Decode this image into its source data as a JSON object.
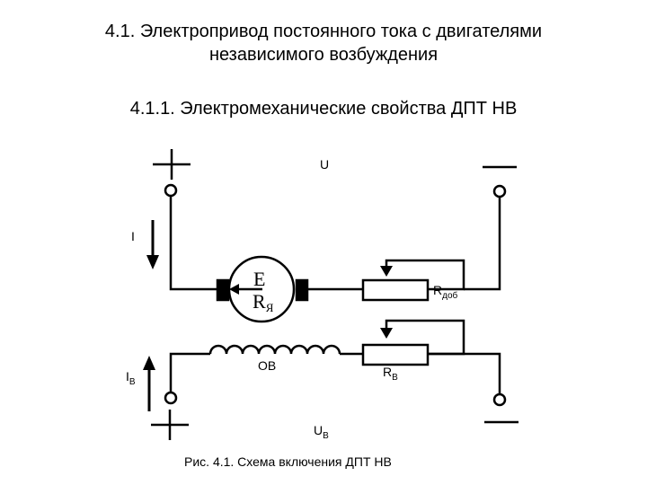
{
  "heading": {
    "line1": "4.1. Электропривод постоянного тока с двигателями",
    "line2": "независимого возбуждения",
    "subheading": "4.1.1. Электромеханические свойства ДПТ НВ"
  },
  "diagram": {
    "supply_voltage": "U",
    "plus_symbol": "+",
    "minus_symbol": "—",
    "armature_current": "I",
    "emf": "E",
    "armature_resistance_main": "R",
    "armature_resistance_sub": "Я",
    "added_resistance_main": "R",
    "added_resistance_sub": "доб",
    "field_winding": "ОВ",
    "field_current_main": "I",
    "field_current_sub": "В",
    "field_resistance_main": "R",
    "field_resistance_sub": "В",
    "field_voltage_main": "U",
    "field_voltage_sub": "В",
    "caption": "Рис. 4.1. Схема включения ДПТ НВ"
  }
}
